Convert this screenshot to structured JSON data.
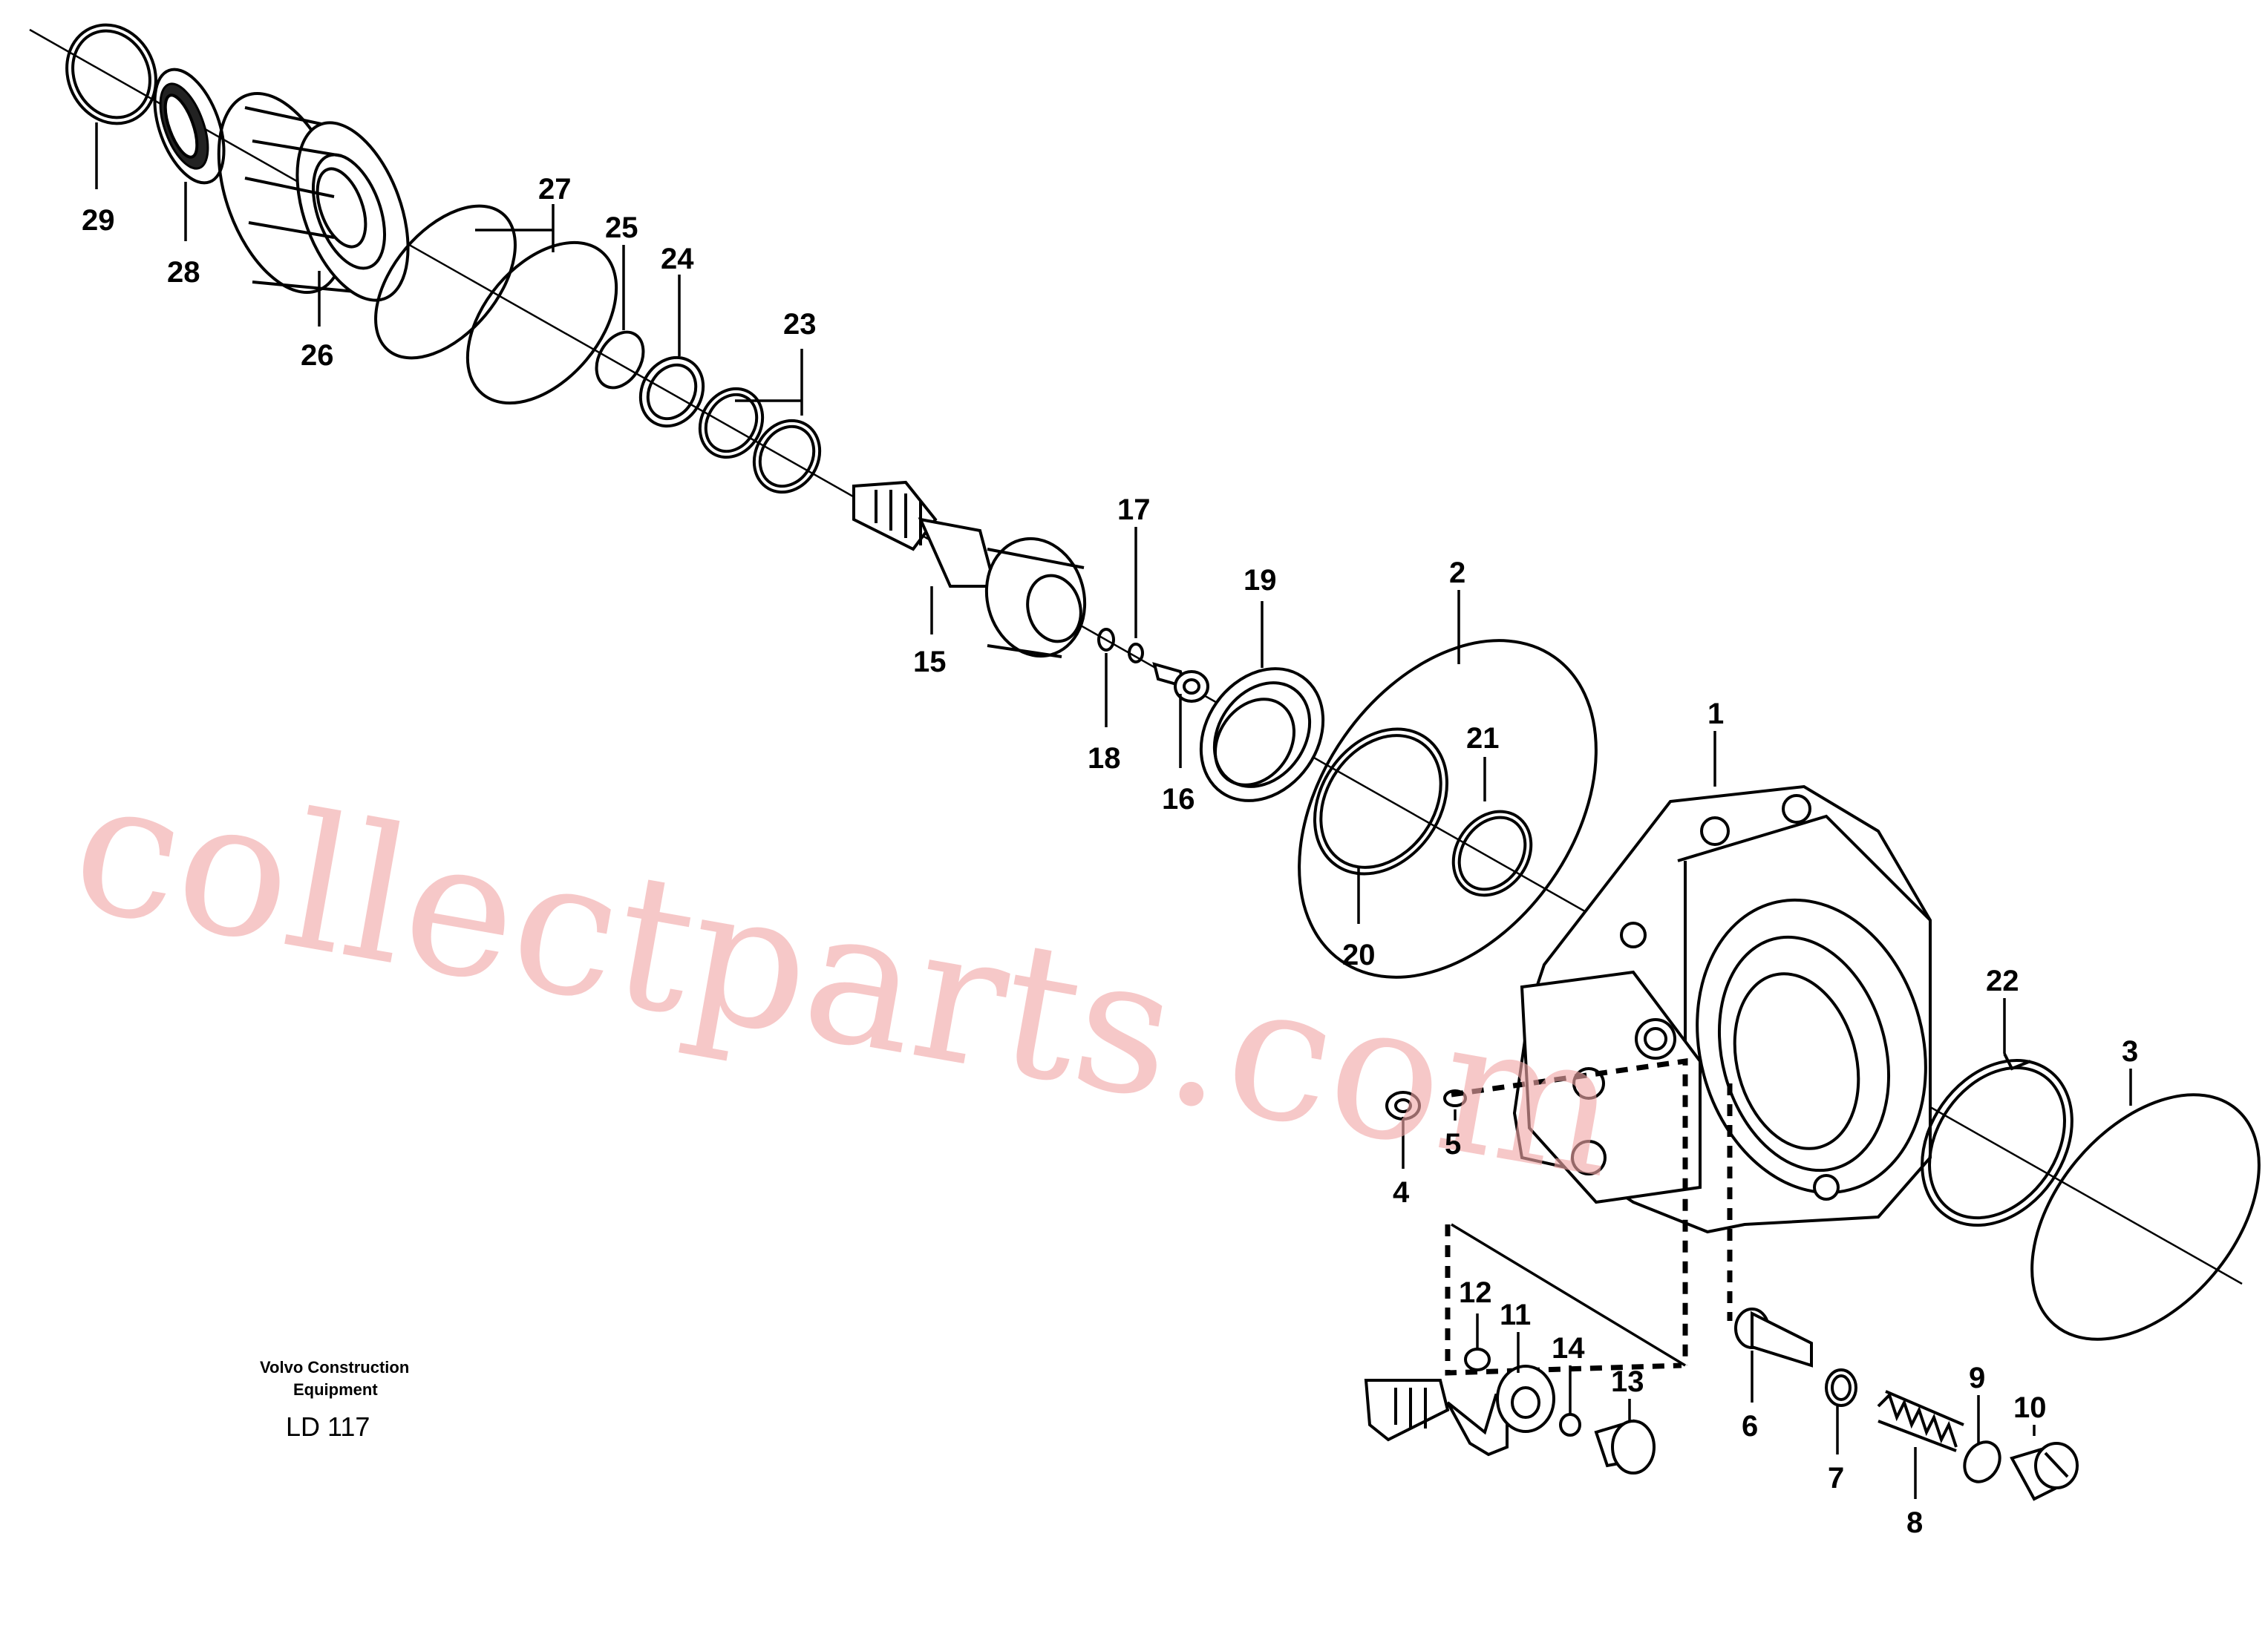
{
  "title_block": {
    "brand_line1": "Volvo Construction",
    "brand_line2": "Equipment",
    "drawing_code": "LD 117"
  },
  "watermark": "collectparts.com",
  "callouts": {
    "c1": "1",
    "c2": "2",
    "c3": "3",
    "c4": "4",
    "c5": "5",
    "c6": "6",
    "c7": "7",
    "c8": "8",
    "c9": "9",
    "c10": "10",
    "c11": "11",
    "c12": "12",
    "c13": "13",
    "c14": "14",
    "c15": "15",
    "c16": "16",
    "c17": "17",
    "c18": "18",
    "c19": "19",
    "c20": "20",
    "c21": "21",
    "c22": "22",
    "c23": "23",
    "c24": "24",
    "c25": "25",
    "c26": "26",
    "c27": "27",
    "c28": "28",
    "c29": "29"
  },
  "colors": {
    "line": "#000000",
    "watermark": "#f2a8a8",
    "background": "#ffffff"
  }
}
